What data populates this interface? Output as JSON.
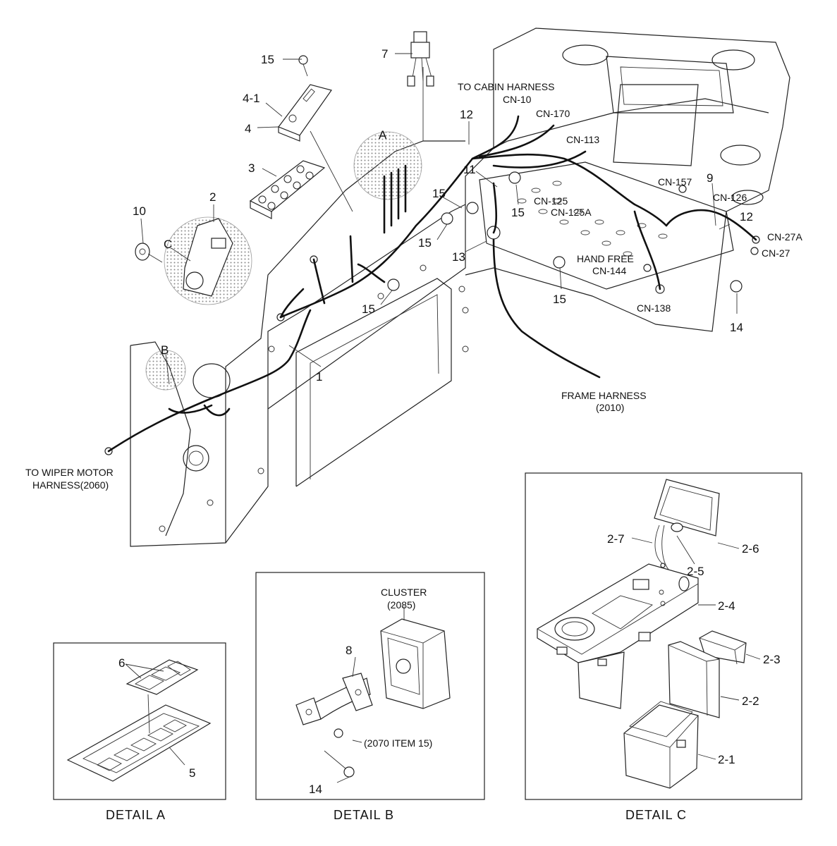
{
  "callouts": {
    "c15_top": "15",
    "c7": "7",
    "c4_1": "4-1",
    "c4": "4",
    "c3": "3",
    "c2": "2",
    "c10": "10",
    "cC": "C",
    "cA": "A",
    "cB": "B",
    "c12_mid": "12",
    "c11": "11",
    "c15_a": "15",
    "c15_b": "15",
    "c15_c": "15",
    "c13": "13",
    "c15_d": "15",
    "c15_e": "15",
    "c9": "9",
    "c12_right": "12",
    "c14_right": "14",
    "c1": "1"
  },
  "connectors": {
    "to_cabin": "TO CABIN HARNESS",
    "cn10": "CN-10",
    "cn170": "CN-170",
    "cn113": "CN-113",
    "cn157": "CN-157",
    "cn126": "CN-126",
    "cn125": "CN-125",
    "cn125a": "CN-125A",
    "cn27a": "CN-27A",
    "cn27": "CN-27",
    "hand_free": "HAND FREE",
    "cn144": "CN-144",
    "cn138": "CN-138",
    "frame_harness": "FRAME HARNESS",
    "frame_harness_no": "(2010)",
    "wiper_1": "TO WIPER MOTOR",
    "wiper_2": "HARNESS(2060)"
  },
  "detail_a": {
    "title": "DETAIL  A",
    "c6": "6",
    "c5": "5"
  },
  "detail_b": {
    "title": "DETAIL  B",
    "cluster": "CLUSTER",
    "cluster_no": "(2085)",
    "c8": "8",
    "item15": "(2070 ITEM 15)",
    "c14": "14"
  },
  "detail_c": {
    "title": "DETAIL C",
    "c2_7": "2-7",
    "c2_6": "2-6",
    "c2_5": "2-5",
    "c2_4": "2-4",
    "c2_3": "2-3",
    "c2_2": "2-2",
    "c2_1": "2-1"
  }
}
